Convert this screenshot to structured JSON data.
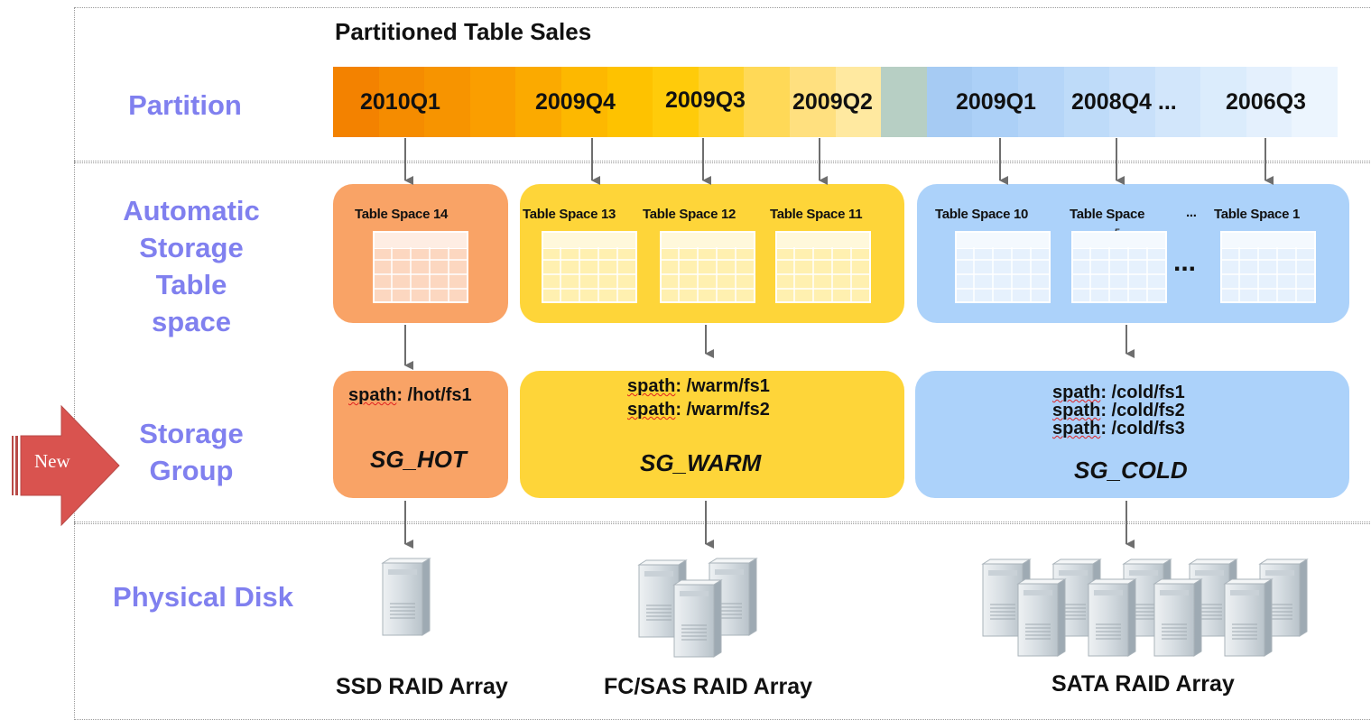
{
  "title": "Partitioned Table Sales",
  "row_labels": {
    "partition": "Partition",
    "tablespace": "Automatic\nStorage\nTable\nspace",
    "storage_group": "Storage\nGroup",
    "physical_disk": "Physical Disk"
  },
  "new_badge": "New",
  "partitions": [
    "2010Q1",
    "2009Q4",
    "2009Q3",
    "2009Q2",
    "2009Q1",
    "2008Q4 ...",
    "2006Q3"
  ],
  "tablespaces": {
    "hot": [
      "Table Space 14"
    ],
    "warm": [
      "Table Space 13",
      "Table Space 12",
      "Table Space 11"
    ],
    "cold": [
      "Table Space 10",
      "Table Space",
      "...",
      "Table Space 1"
    ],
    "cold_sub": "5",
    "cold_ellipsis": "..."
  },
  "storage_groups": {
    "hot": {
      "paths": [
        "spath: /hot/fs1"
      ],
      "name": "SG_HOT"
    },
    "warm": {
      "paths": [
        "spath: /warm/fs1",
        "spath: /warm/fs2"
      ],
      "name": "SG_WARM"
    },
    "cold": {
      "paths": [
        "spath: /cold/fs1",
        "spath: /cold/fs2",
        "spath: /cold/fs3"
      ],
      "name": "SG_COLD"
    }
  },
  "disks": {
    "hot": "SSD RAID Array",
    "warm": "FC/SAS RAID Array",
    "cold": "SATA RAID Array"
  },
  "colors": {
    "hot": "#f9a366",
    "warm": "#fed539",
    "cold": "#acd2fa",
    "label": "#8080ef",
    "arrow": "#d9534f"
  }
}
